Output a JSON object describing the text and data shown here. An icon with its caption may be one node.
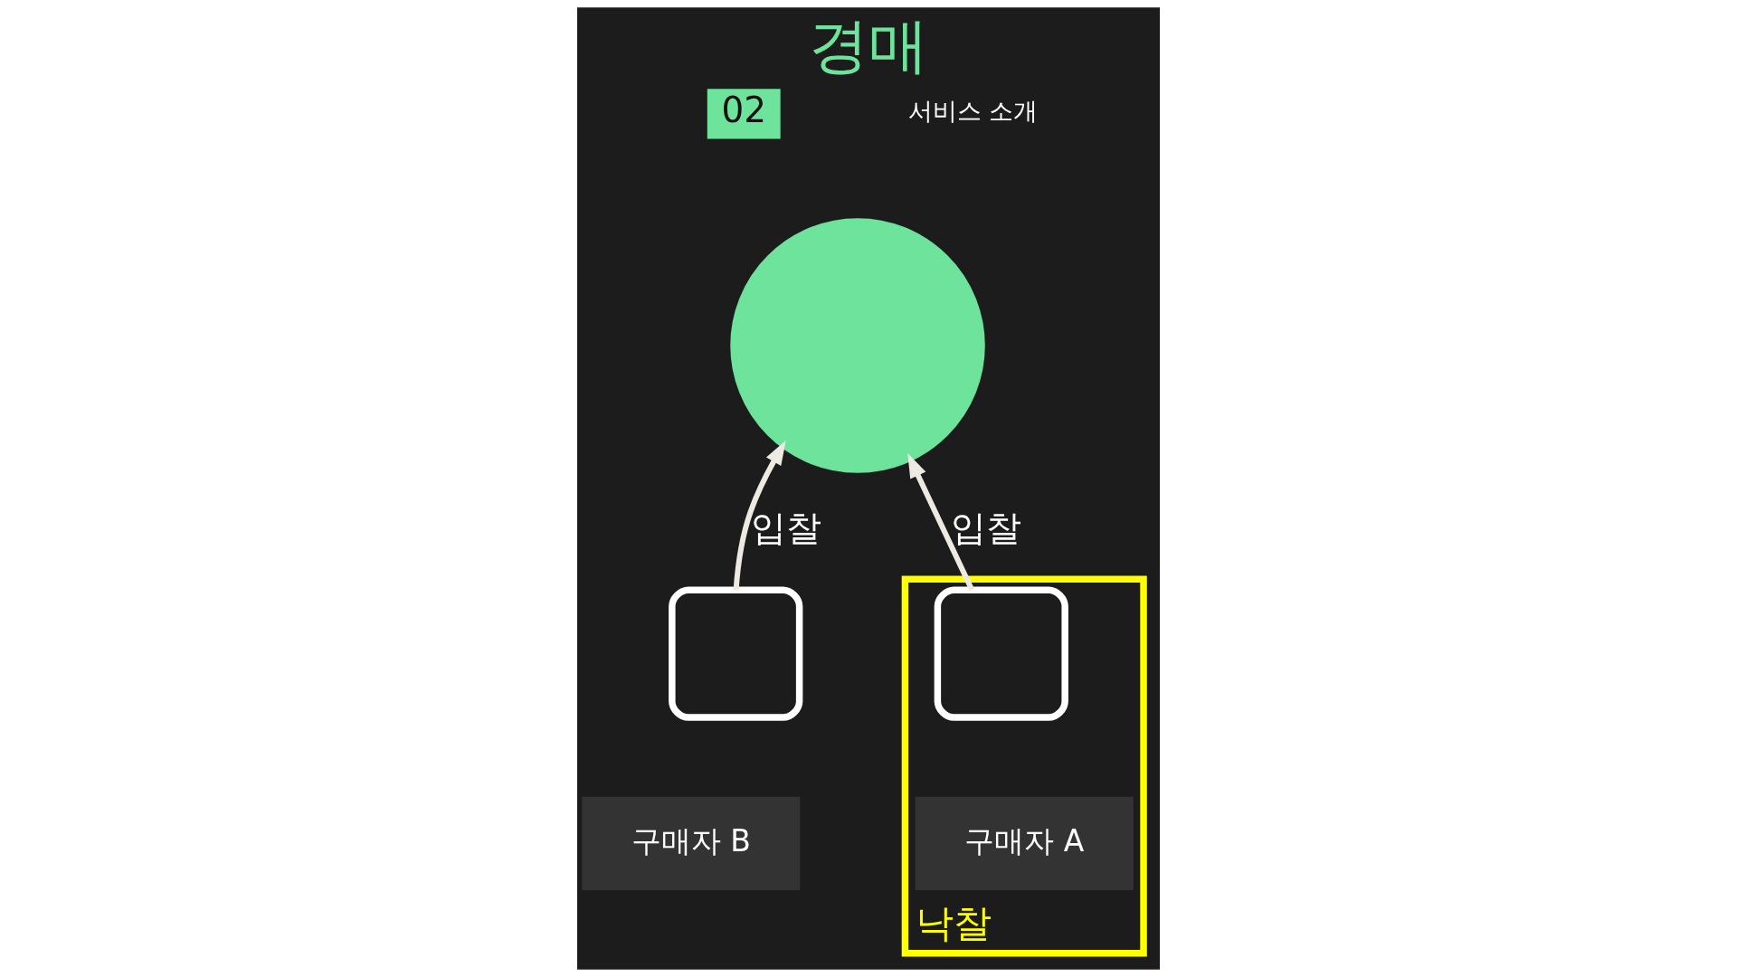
{
  "diagram": {
    "title": "경매",
    "nodes": [
      {
        "text": [
          "낙찰"
        ]
      },
      {
        "text": [],
        "shape": "person",
        "in": 0
      },
      {
        "text": [
          "구매자 A"
        ],
        "in": 0
      },
      {
        "text": [],
        "shape": "circle"
      },
      {
        "text": [],
        "shape": "person"
      },
      {
        "text": [
          "구매자 B"
        ]
      }
    ],
    "edges": [
      {
        "from": 1,
        "to": 3,
        "label": "입찰",
        "arrow": "to"
      },
      {
        "from": 4,
        "to": 3,
        "label": "입찰",
        "arrow": "to"
      }
    ],
    "labels": [
      "02",
      "서비스 소개"
    ]
  }
}
